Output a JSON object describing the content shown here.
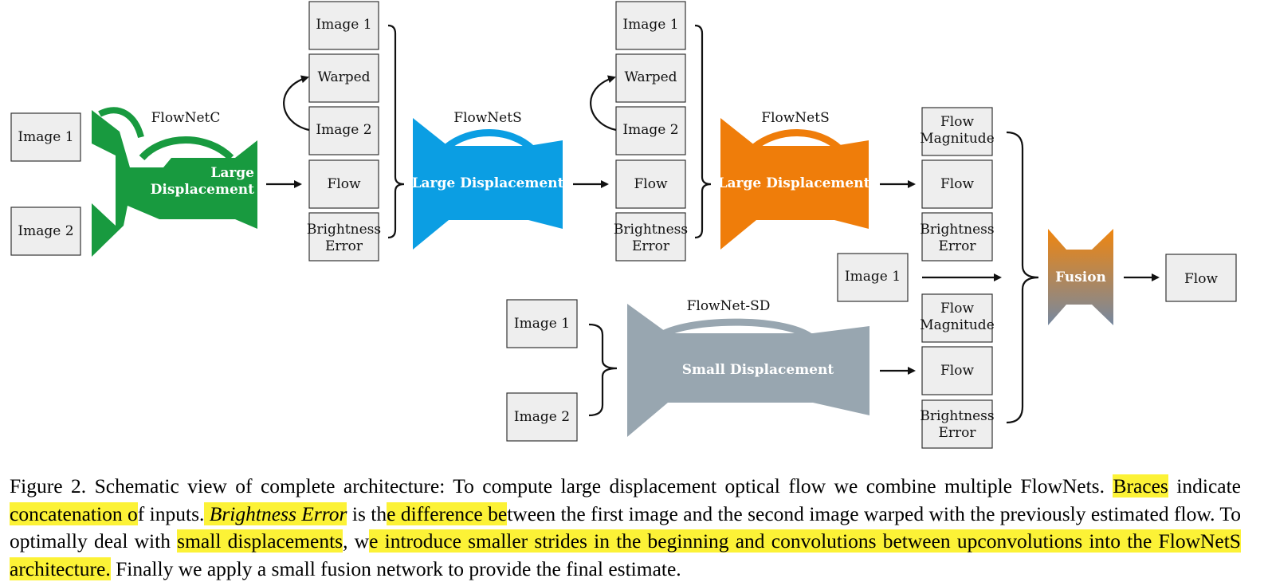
{
  "diagram": {
    "inputs_left": {
      "image1": "Image 1",
      "image2": "Image 2"
    },
    "flownetc": {
      "title": "FlowNetC",
      "line1": "Large",
      "line2": "Displacement",
      "color": "#189a3f"
    },
    "stack1": {
      "image1": "Image 1",
      "warped": "Warped",
      "image2": "Image 2",
      "flow": "Flow",
      "brightness_line1": "Brightness",
      "brightness_line2": "Error"
    },
    "flownets1": {
      "title": "FlowNetS",
      "label": "Large Displacement",
      "color": "#0b9ee3"
    },
    "stack2": {
      "image1": "Image 1",
      "warped": "Warped",
      "image2": "Image 2",
      "flow": "Flow",
      "brightness_line1": "Brightness",
      "brightness_line2": "Error"
    },
    "flownets2": {
      "title": "FlowNetS",
      "label": "Large Displacement",
      "color": "#ef7d0a"
    },
    "outputs_large": {
      "magnitude_line1": "Flow",
      "magnitude_line2": "Magnitude",
      "flow": "Flow",
      "brightness_line1": "Brightness",
      "brightness_line2": "Error"
    },
    "middle_image": "Image 1",
    "sd_inputs": {
      "image1": "Image 1",
      "image2": "Image 2"
    },
    "flownetsd": {
      "title": "FlowNet-SD",
      "label": "Small Displacement",
      "color": "#98a6b0"
    },
    "outputs_small": {
      "magnitude_line1": "Flow",
      "magnitude_line2": "Magnitude",
      "flow": "Flow",
      "brightness_line1": "Brightness",
      "brightness_line2": "Error"
    },
    "fusion": {
      "label": "Fusion",
      "color_top": "#f0860f",
      "color_bottom": "#7688a0"
    },
    "final_output": "Flow"
  },
  "caption": {
    "s1": "Figure 2. Schematic view of complete architecture: To compute large displacement optical flow we combine multiple FlowNets. ",
    "h1": "Braces",
    "s2": " indicate",
    "h2": " concatenation o",
    "s3": "f inputs.",
    "h3": " Brightness Error",
    "s4": " is th",
    "h4": "e difference be",
    "s5": "tween the first image and the second image warped with the previously estimated flow. To optimally deal with ",
    "h5": "small displacements",
    "s6": ", w",
    "h6": "e introduce smaller strides in the beginning and convolutions between upconvolutions into the FlowNetS architecture.",
    "s7": " Finally we apply a small fusion network to provide the final estimate."
  }
}
